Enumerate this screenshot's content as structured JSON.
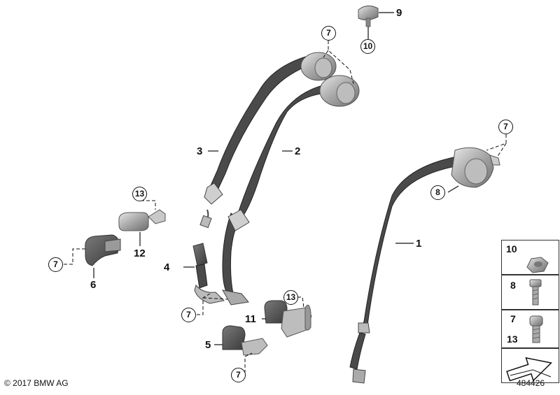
{
  "labels": {
    "p1": "1",
    "p2": "2",
    "p3": "3",
    "p4": "4",
    "p5": "5",
    "p6": "6",
    "p9": "9",
    "p11": "11",
    "p12": "12"
  },
  "circles": {
    "c7_top": "7",
    "c10_top": "10",
    "c7_right": "7",
    "c8": "8",
    "c13_left": "13",
    "c7_left": "7",
    "c7_mid": "7",
    "c13_mid": "13",
    "c7_bottom": "7"
  },
  "panel": {
    "row1": "10",
    "row2": "8",
    "row3a": "7",
    "row3b": "13"
  },
  "footer": {
    "copyright": "© 2017 BMW AG",
    "diagram_id": "484426"
  },
  "colors": {
    "belt": "#4a4a4a",
    "part": "#8c8c8c",
    "line": "#111111"
  }
}
